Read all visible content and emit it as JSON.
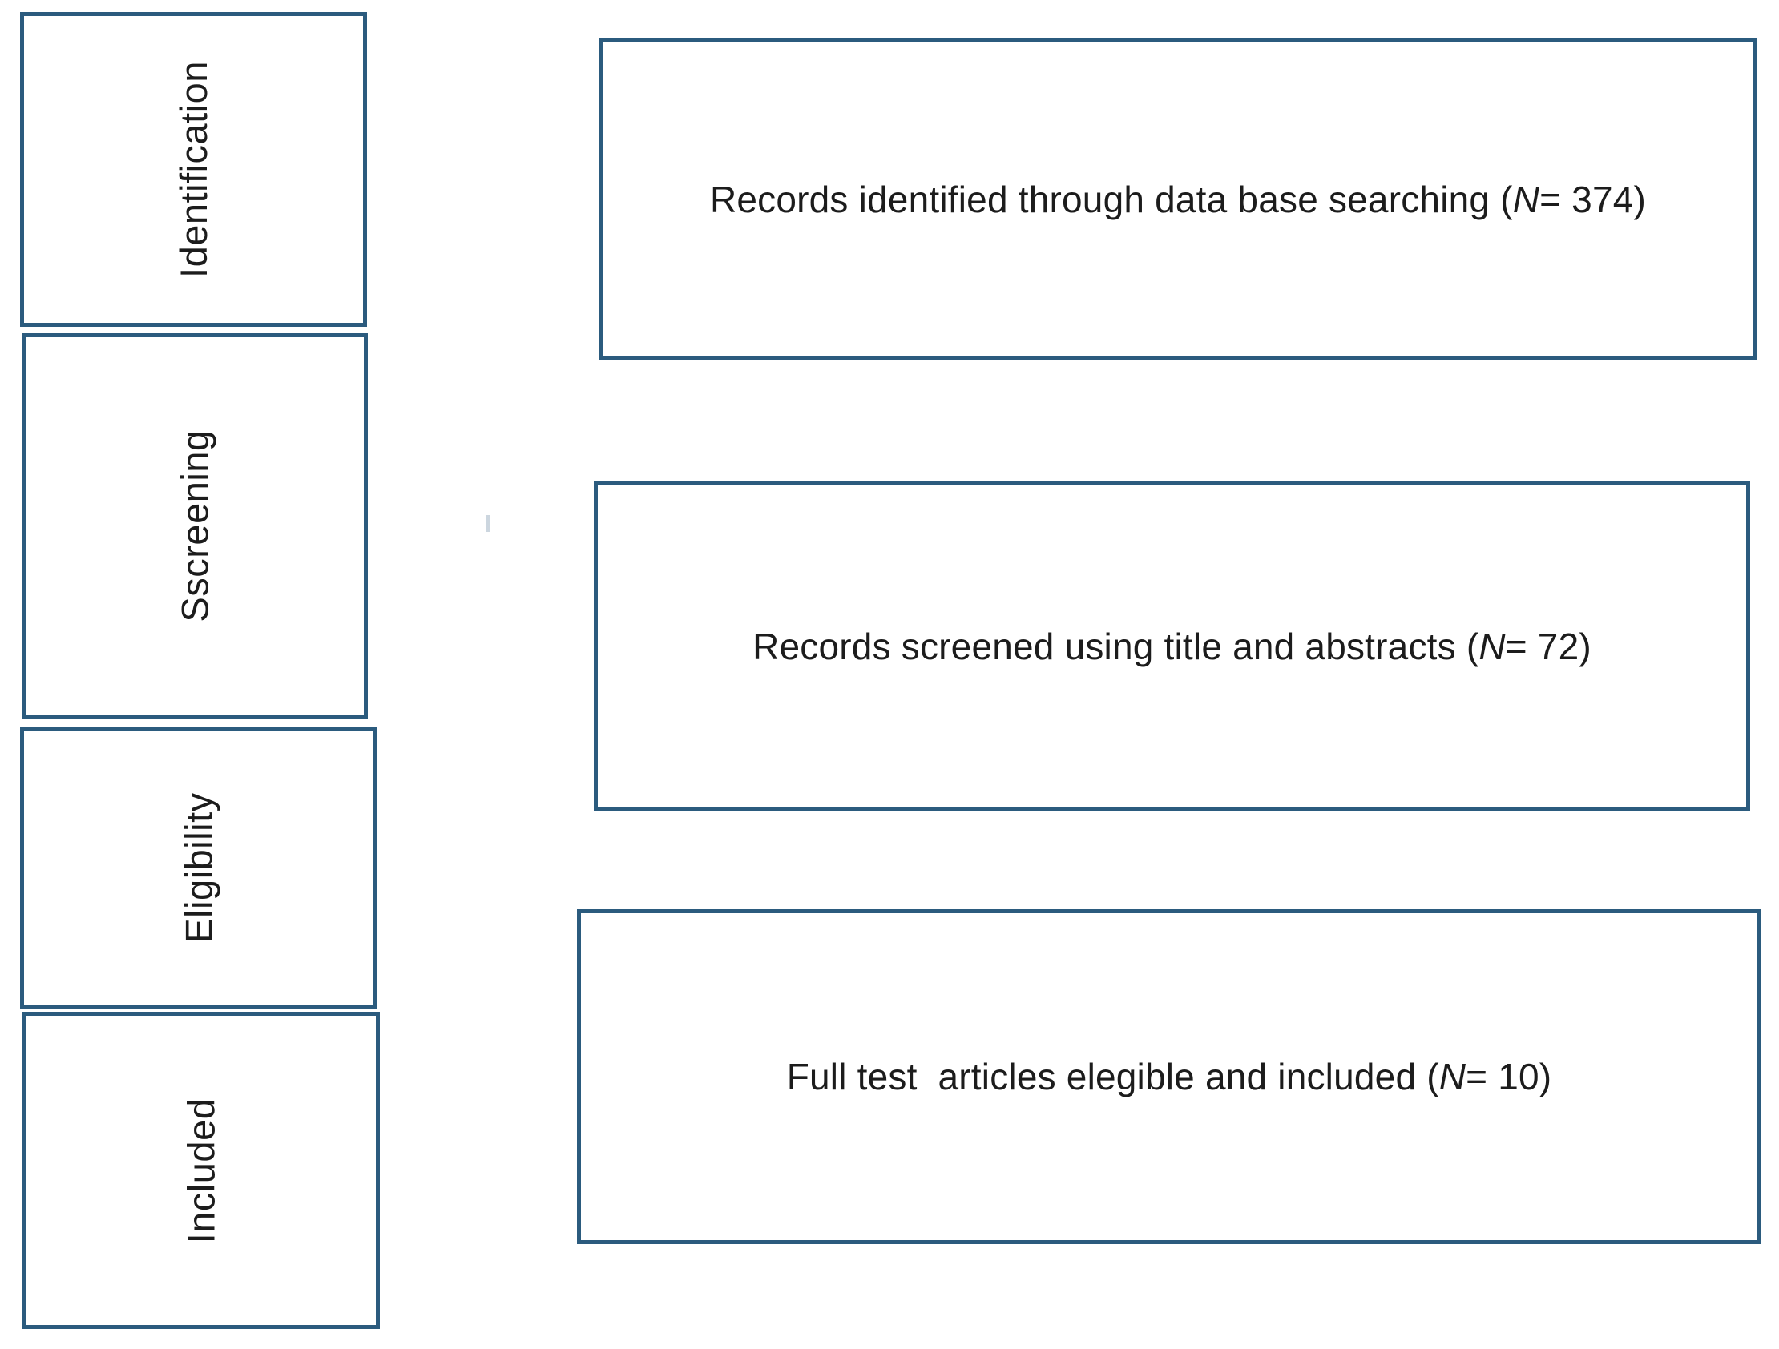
{
  "diagram": {
    "type": "prisma-flow",
    "colors": {
      "box_border": "#2b5b7e",
      "text": "#1c1c1c",
      "background": "#ffffff"
    },
    "stages": [
      {
        "label": "Identification"
      },
      {
        "label": "Sscreening"
      },
      {
        "label": "Eligibility"
      },
      {
        "label": "Included"
      }
    ],
    "records": [
      {
        "prefix": "Records identified through data base searching (",
        "n_symbol": "N",
        "suffix": "= 374)",
        "count": 374
      },
      {
        "prefix": "Records screened using title and abstracts (",
        "n_symbol": "N",
        "suffix": "= 72)",
        "count": 72
      },
      {
        "prefix": "Full test  articles elegible and included (",
        "n_symbol": "N",
        "suffix": "= 10)",
        "count": 10
      }
    ]
  }
}
